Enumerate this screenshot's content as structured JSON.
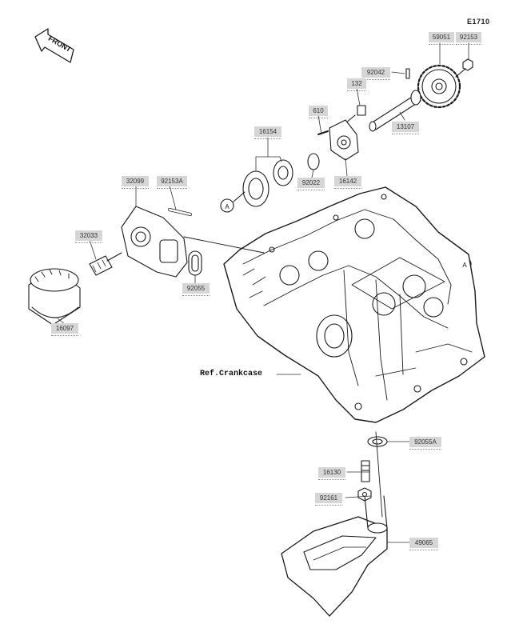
{
  "diagram": {
    "code": "E1710",
    "front_marker": "FRONT",
    "ref_label": "Ref.Crankcase",
    "marker_letter": "A",
    "parts": {
      "p59051": "59051",
      "p92153": "92153",
      "p92042": "92042",
      "p132": "132",
      "p610": "610",
      "p16154": "16154",
      "p13107": "13107",
      "p92022": "92022",
      "p16142": "16142",
      "p32099": "32099",
      "p92153a": "92153A",
      "p32033": "32033",
      "p92055": "92055",
      "p16097": "16097",
      "p92055a": "92055A",
      "p16130": "16130",
      "p92161": "92161",
      "p49065": "49065"
    }
  }
}
